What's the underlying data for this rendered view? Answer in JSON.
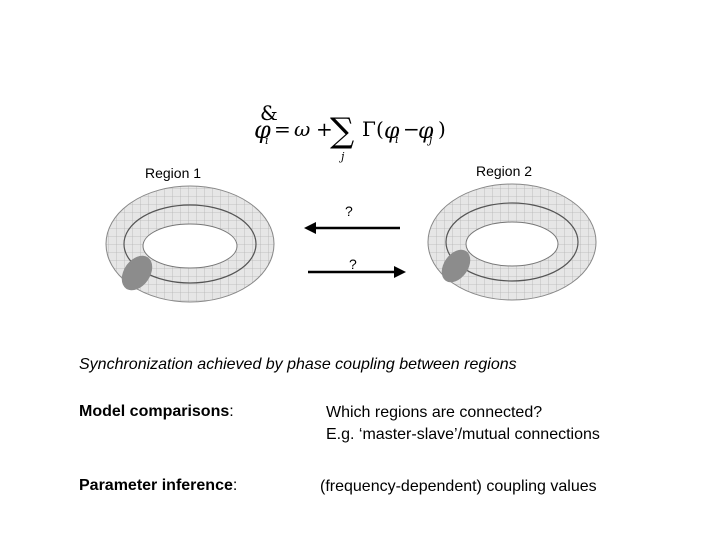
{
  "equation": {
    "lhs_symbol": "φ",
    "lhs_dot": "&",
    "lhs_sub": "i",
    "equals": "=",
    "omega": "ω",
    "plus": "+",
    "sigma": "∑",
    "sigma_sub": "j",
    "gamma": "Γ",
    "open": "(",
    "phi_i": "φ",
    "phi_i_sub": "i",
    "minus": "−",
    "phi_j": "φ",
    "phi_j_sub": "j",
    "close": ")"
  },
  "regions": {
    "left_label": "Region 1",
    "right_label": "Region 2"
  },
  "arrows": {
    "top_label": "?",
    "bottom_label": "?"
  },
  "caption": "Synchronization achieved by phase coupling between regions",
  "rows": [
    {
      "label_bold": "Model comparisons",
      "label_suffix": ":",
      "value_lines": [
        "Which regions are connected?",
        "E.g. ‘master-slave’/mutual connections"
      ]
    },
    {
      "label_bold": "Parameter inference",
      "label_suffix": ":",
      "value_lines": [
        "(frequency-dependent) coupling values"
      ]
    }
  ],
  "colors": {
    "torus_fill": "#e6e6e6",
    "torus_grid": "#b5b5b5",
    "torus_line": "#555555",
    "blob": "#8c8c8c"
  }
}
